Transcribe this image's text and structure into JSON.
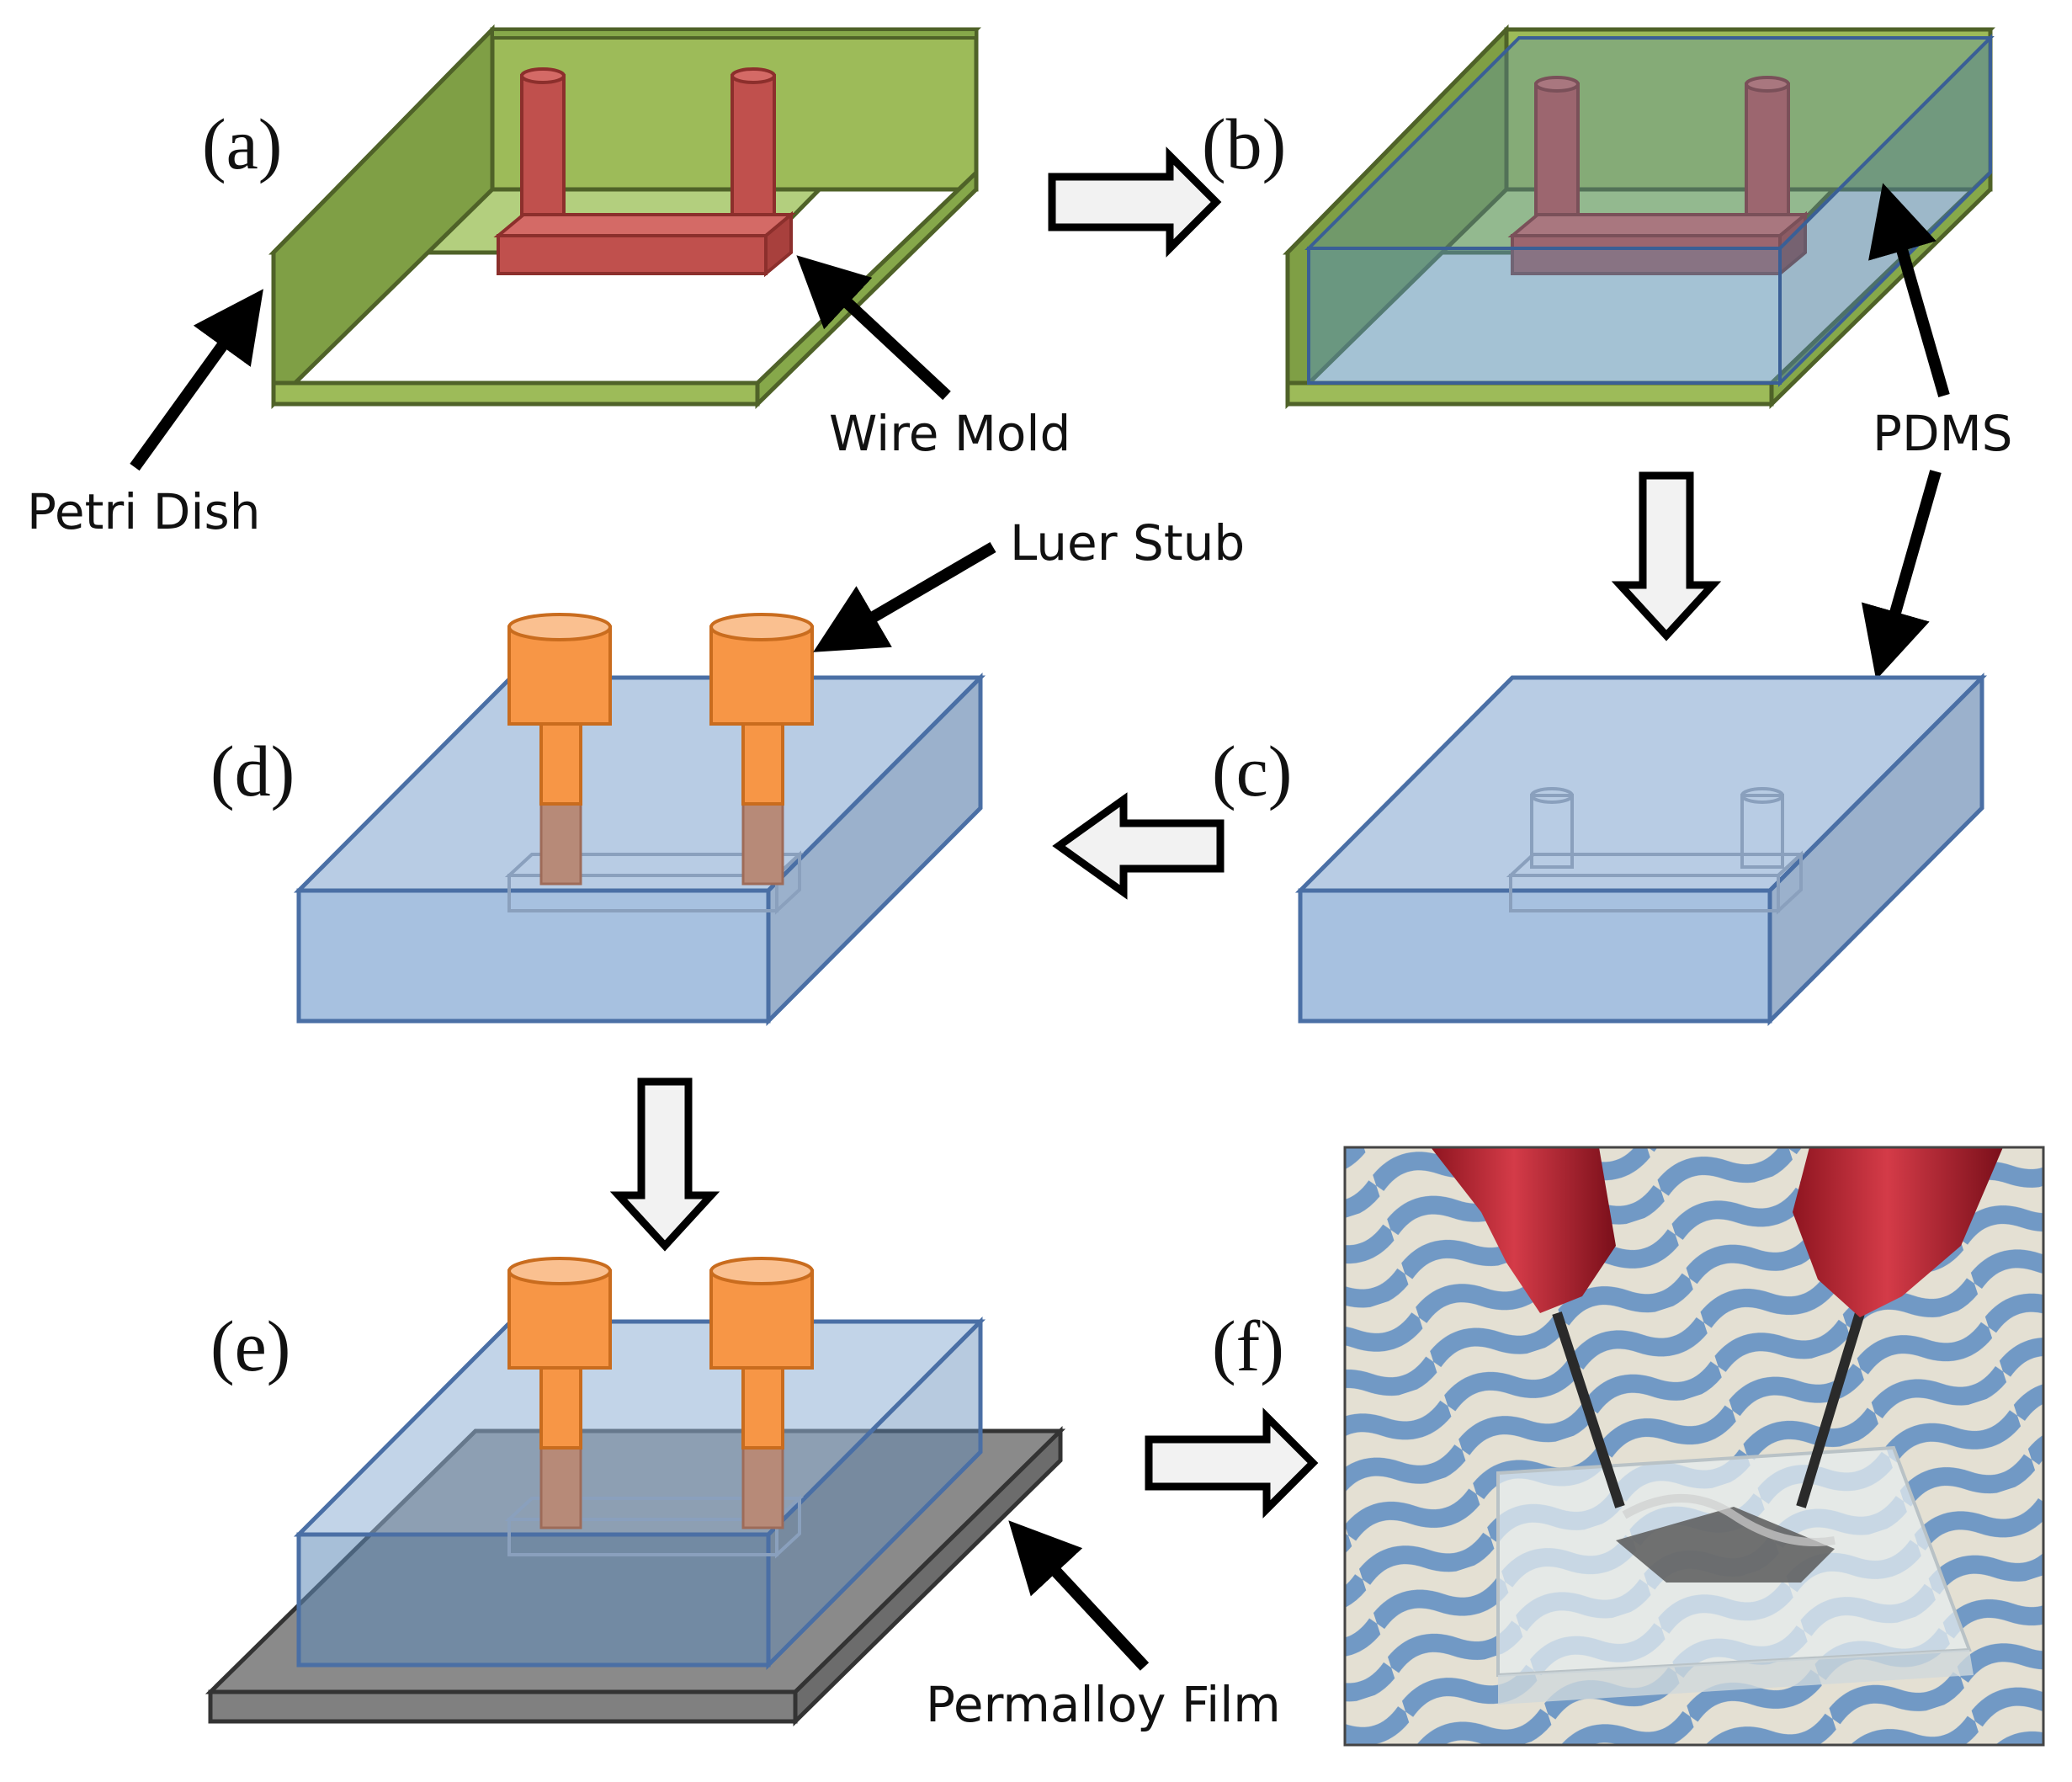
{
  "panels": {
    "a": "(a)",
    "b": "(b)",
    "c": "(c)",
    "d": "(d)",
    "e": "(e)",
    "f": "(f)"
  },
  "callouts": {
    "petri_dish": "Petri Dish",
    "wire_mold": "Wire Mold",
    "pdms": "PDMS",
    "luer_stub": "Luer Stub",
    "permalloy_film": "Permalloy Film"
  },
  "colors": {
    "dish_green": "#9dbb59",
    "dish_edge": "#4f6228",
    "mold_red": "#c0504d",
    "pdms_blue": "#a7c1e0",
    "pdms_edge": "#4a6fa5",
    "luer_orange": "#f79646",
    "film_gray": "#808080"
  }
}
